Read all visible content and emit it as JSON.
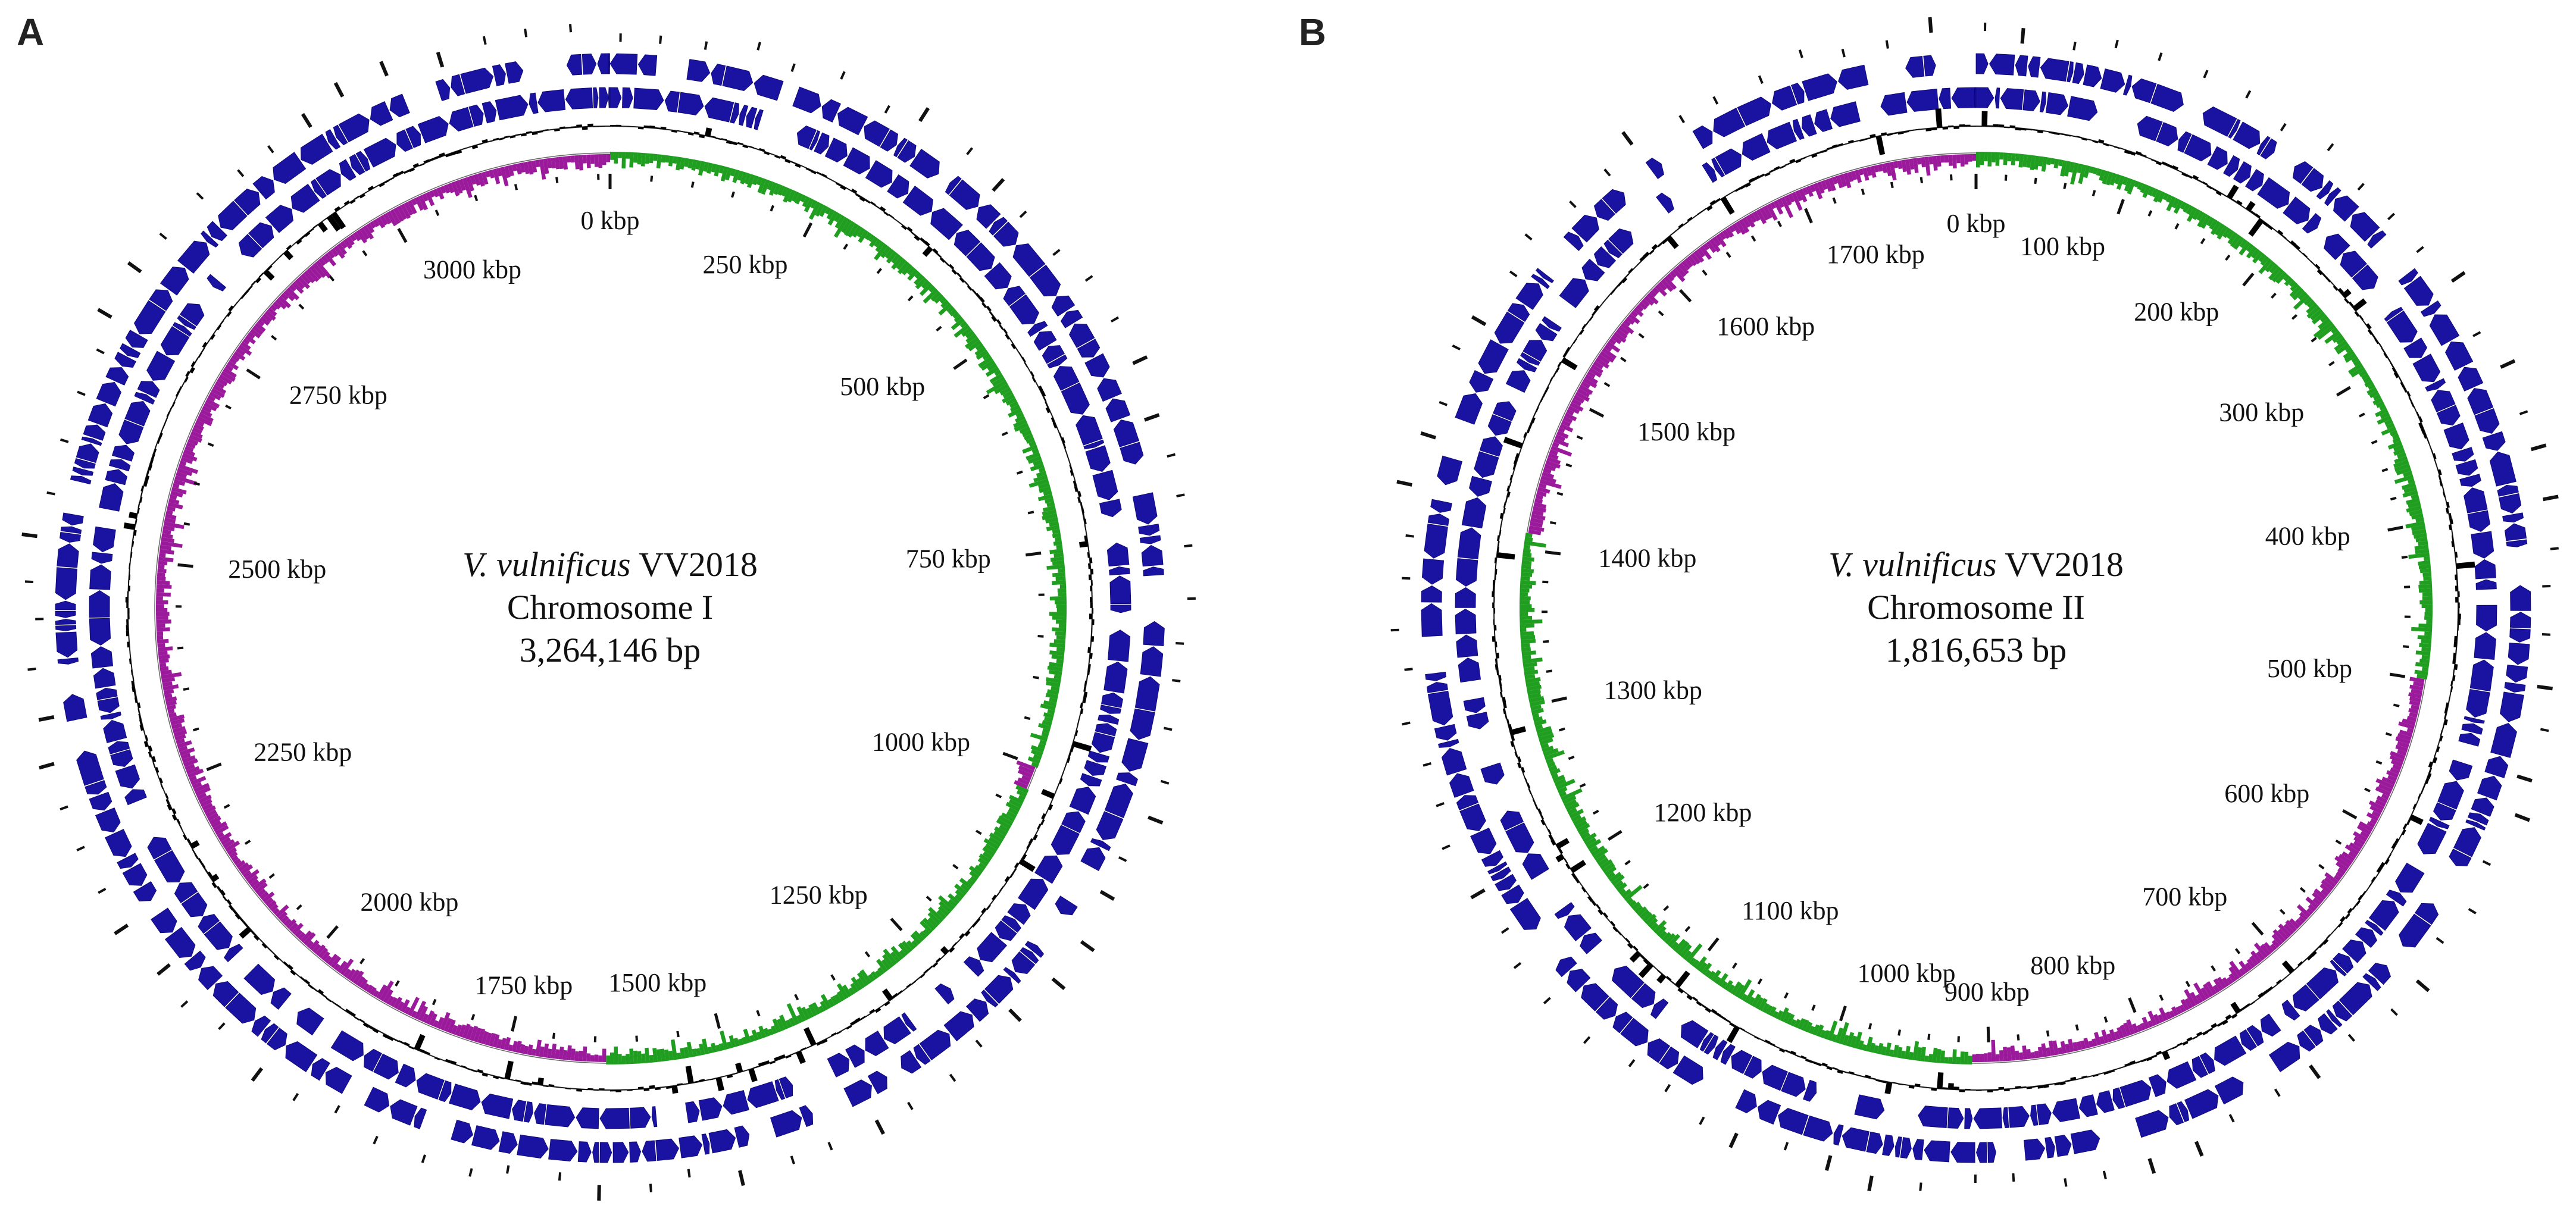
{
  "panels": [
    {
      "letter": "A",
      "organism": "V. vulnificus",
      "strain": "VV2018",
      "chromosome": "Chromosome I",
      "size": "3,264,146 bp",
      "genome_length_kbp": 3264.146,
      "tick_labels": [
        "0 kbp",
        "250 kbp",
        "500 kbp",
        "750 kbp",
        "1000 kbp",
        "1250 kbp",
        "1500 kbp",
        "1750 kbp",
        "2000 kbp",
        "2250 kbp",
        "2500 kbp",
        "2750 kbp",
        "3000 kbp"
      ],
      "tick_values_kbp": [
        0,
        250,
        500,
        750,
        1000,
        1250,
        1500,
        1750,
        2000,
        2250,
        2500,
        2750,
        3000
      ],
      "minor_tick_step_kbp": 50,
      "gc_skew_sign_change_kbp": [
        0,
        1000,
        1030,
        1635
      ]
    },
    {
      "letter": "B",
      "organism": "V. vulnificus",
      "strain": "VV2018",
      "chromosome": "Chromosome II",
      "size": "1,816,653 bp",
      "genome_length_kbp": 1816.653,
      "tick_labels": [
        "0 kbp",
        "100 kbp",
        "200 kbp",
        "300 kbp",
        "400 kbp",
        "500 kbp",
        "600 kbp",
        "700 kbp",
        "800 kbp",
        "900 kbp",
        "1000 kbp",
        "1100 kbp",
        "1200 kbp",
        "1300 kbp",
        "1400 kbp",
        "1500 kbp",
        "1600 kbp",
        "1700 kbp"
      ],
      "tick_values_kbp": [
        0,
        100,
        200,
        300,
        400,
        500,
        600,
        700,
        800,
        900,
        1000,
        1100,
        1200,
        1300,
        1400,
        1500,
        1600,
        1700
      ],
      "minor_tick_step_kbp": 20,
      "gc_skew_sign_change_kbp": [
        500,
        910,
        1410
      ]
    }
  ],
  "colors": {
    "cds": "#1a12a0",
    "gc_content": "#000000",
    "gc_skew_positive": "#1f9e1f",
    "gc_skew_negative": "#9b1a9b",
    "ticks": "#111111"
  }
}
